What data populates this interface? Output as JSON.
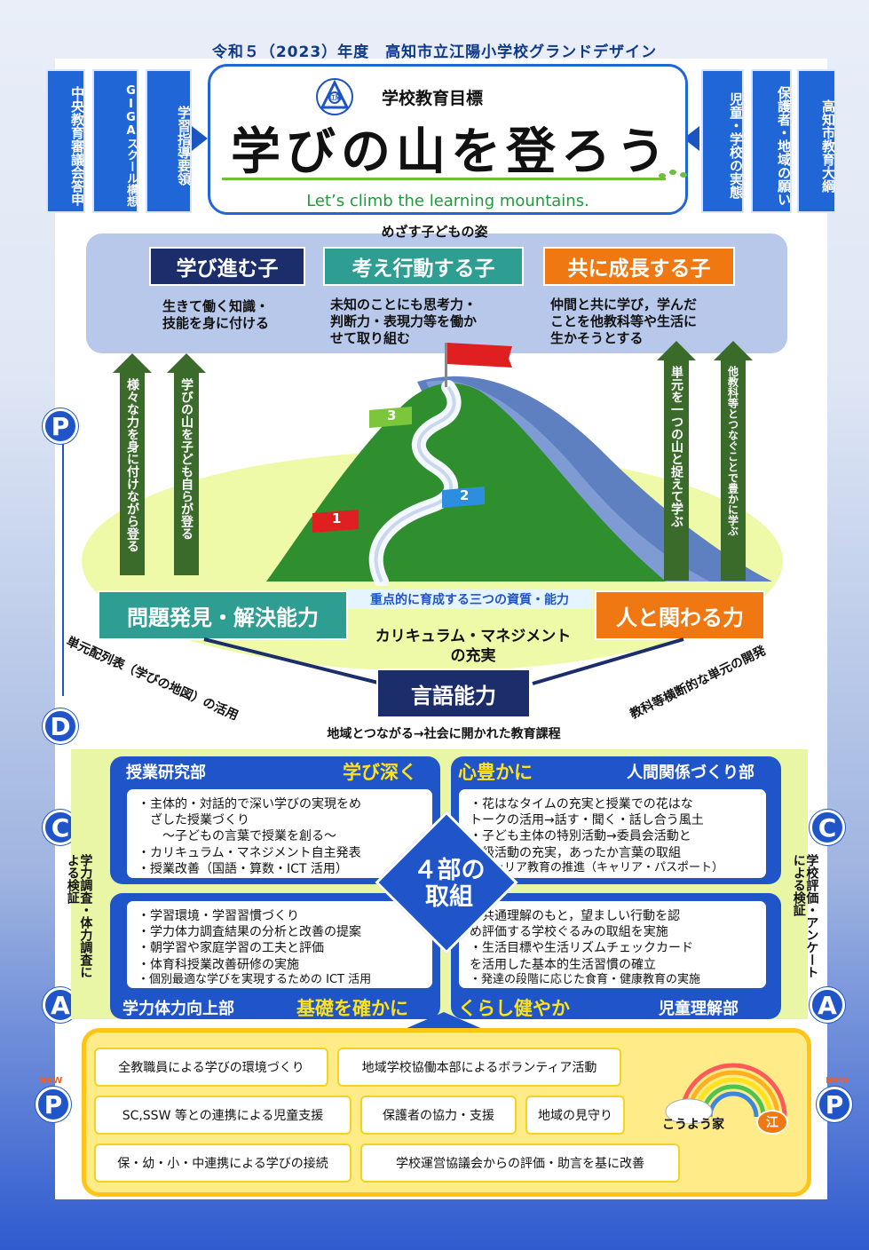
{
  "page_title": "令和５（2023）年度　高知市立江陽小学校グランドデザイン",
  "left_sources": [
    "中央教育審議会答申",
    "GIGAスクール構想",
    "学習指導要領"
  ],
  "right_sources": [
    "児童・学校の実態",
    "保護者・地域の願い",
    "高知市教育大綱"
  ],
  "goal": {
    "logo_text": "江陽",
    "label": "学校教育目標",
    "main": "学びの山を登ろう",
    "english": "Let’s climb the learning mountains."
  },
  "ideal": {
    "title": "めざす子どもの姿",
    "children": [
      {
        "heading": "学び進む子",
        "desc": "生きて働く知識・\n技能を身に付ける",
        "color": "#1c2d6b"
      },
      {
        "heading": "考え行動する子",
        "desc": "未知のことにも思考力・\n判断力・表現力等を働か\nせて取り組む",
        "color": "#2f9e92"
      },
      {
        "heading": "共に成長する子",
        "desc": "仲間と共に学び，学んだ\nことを他教科等や生活に\n生かそうとする",
        "color": "#f07812"
      }
    ]
  },
  "arrows": {
    "left1": "様々な力を身に付けながら登る",
    "left2": "学びの山を子ども自らが登る",
    "right1": "単元を一つの山と捉えて学ぶ",
    "right2": "他教科等とつなぐことで豊かに学ぶ"
  },
  "flags": [
    "1",
    "2",
    "3"
  ],
  "cycle": {
    "p": "P",
    "d": "D",
    "c": "C",
    "a": "A",
    "new": "NEW"
  },
  "competencies": {
    "banner": "重点的に育成する三つの資質・能力",
    "problem": "問題発見・解決能力",
    "relation": "人と関わる力",
    "language": "言語能力",
    "curriculum": "カリキュラム・マネジメント\nの充実"
  },
  "curve": {
    "left": "単元配列表（学びの地図）の活用",
    "middle": "地域とつながる→社会に開かれた教育課程",
    "right": "教科等横断的な単元の開発"
  },
  "departments": {
    "center": "４部の\n取組",
    "q1": {
      "name": "授業研究部",
      "tag": "学び深く",
      "lines": [
        "・主体的・対話的で深い学びの実現をめ",
        "　ざした授業づくり",
        "　　～子どもの言葉で授業を創る～",
        "・カリキュラム・マネジメント自主発表",
        "・授業改善（国語・算数・ICT 活用）"
      ]
    },
    "q2": {
      "name": "人間関係づくり部",
      "tag": "心豊かに",
      "lines": [
        "・花はなタイムの充実と授業での花はな",
        "トークの活用→話す・聞く・話し合う風土",
        "・子ども主体の特別活動→委員会活動と",
        "学級活動の充実，あったか言葉の取組",
        "・キャリア教育の推進（キャリア・パスポート）"
      ]
    },
    "q3": {
      "name": "学力体力向上部",
      "tag": "基礎を確かに",
      "lines": [
        "・学習環境・学習習慣づくり",
        "・学力体力調査結果の分析と改善の提案",
        "・朝学習や家庭学習の工夫と評価",
        "・体育科授業改善研修の実施",
        "・個別最適な学びを実現するための ICT 活用"
      ]
    },
    "q4": {
      "name": "児童理解部",
      "tag": "くらし健やか",
      "lines": [
        "・共通理解のもと，望ましい行動を認",
        "め評価する学校ぐるみの取組を実施",
        "・生活目標や生活リズムチェックカード",
        "を活用した基本的生活習慣の確立",
        "・発達の段階に応じた食育・健康教育の実施"
      ]
    }
  },
  "side_checks": {
    "left": "学力調査・体力調査による検証",
    "right": "学校評価・アンケートによる検証"
  },
  "support": {
    "items": [
      "全教職員による学びの環境づくり",
      "地域学校協働本部によるボランティア活動",
      "SC,SSW 等との連携による児童支援",
      "保護者の協力・支援",
      "地域の見守り",
      "保・幼・小・中連携による学びの接続",
      "学校運営協議会からの評価・助言を基に改善"
    ],
    "house_label": "こうよう家",
    "house_mark": "江"
  }
}
